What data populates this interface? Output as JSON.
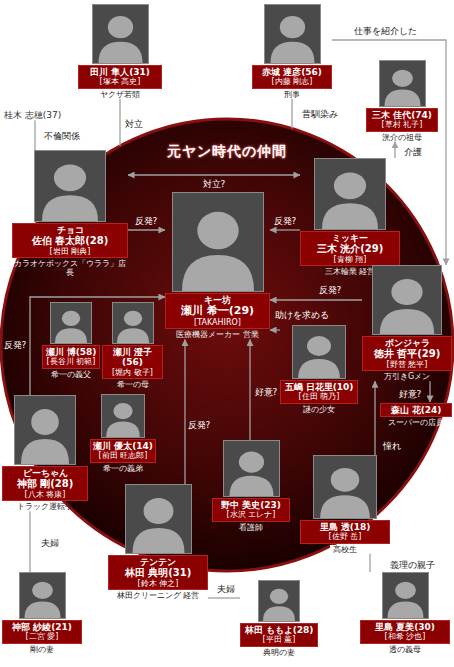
{
  "diagram": {
    "nodes": [
      {
        "text": [
          "田川 隼人(31)",
          "[塚本 高史]",
          "ヤクザ若頭"
        ]
      },
      {
        "text": [
          "赤城 達彦(56)",
          "[内藤 剛志]",
          "刑事"
        ]
      },
      {
        "text": [
          "三木 佳代(74)",
          "[草村 礼子]",
          "洸介の祖母"
        ]
      },
      {
        "text": [
          "桂木 志穂(37)"
        ]
      },
      {
        "text": [
          "元ヤン時代の仲間"
        ]
      },
      {
        "text": [
          "チョコ",
          "佐伯 春太郎(28)",
          "[岩田 剛典]",
          "カラオケボックス「ウララ」店長"
        ],
        "in": 4
      },
      {
        "text": [
          "ミッキー",
          "三木 洸介(29)",
          "[青柳 翔]",
          "三木輪業 経営"
        ],
        "in": 4
      },
      {
        "text": [
          "キー坊",
          "瀬川 希一(29)",
          "[TAKAHIRO]",
          "医療機器メーカー 営業"
        ],
        "in": 4
      },
      {
        "text": [
          "ボンジャラ",
          "徳井 哲平(29)",
          "[野替 愁平]",
          "万引きGメン"
        ]
      },
      {
        "text": [
          "瀬川 博(58)",
          "[長谷川 初範]",
          "希一の義父"
        ],
        "in": 4
      },
      {
        "text": [
          "瀬川 澄子(56)",
          "[堀内 敬子]",
          "希一の母"
        ],
        "in": 4
      },
      {
        "text": [
          "五嶋 日花里(10)",
          "[住田 萌乃]",
          "謎の少女"
        ],
        "in": 4
      },
      {
        "text": [
          "瀬川 優太(14)",
          "[前田 旺志郎]",
          "希一の義弟"
        ],
        "in": 4
      },
      {
        "text": [
          "ピーちゃん",
          "神部 剛(28)",
          "[八木 将康]",
          "トラック運転手"
        ]
      },
      {
        "text": [
          "森山 花(24)",
          "スーパーの店員"
        ]
      },
      {
        "text": [
          "野中 美史(23)",
          "[水沢 エレナ]",
          "看護師"
        ],
        "in": 4
      },
      {
        "text": [
          "テンテン",
          "林田 典明(31)",
          "[鈴木 伸之]",
          "林田クリーニング 経営"
        ]
      },
      {
        "text": [
          "里島 透(18)",
          "[佐野 岳]",
          "高校生"
        ]
      },
      {
        "text": [
          "神部 紗綾(21)",
          "[二宮 愛]",
          "剛の妻"
        ]
      },
      {
        "text": [
          "林田 ももよ(28)",
          "[平田 薫]",
          "典明の妻"
        ]
      },
      {
        "text": [
          "里島 夏美(30)",
          "[和希 沙也]",
          "透の義母"
        ]
      }
    ],
    "edges": [
      {
        "from": 0,
        "to": 4,
        "label": "対立",
        "arrow": "none"
      },
      {
        "from": 1,
        "to": 4,
        "label": "昔馴染み",
        "arrow": "none"
      },
      {
        "from": 1,
        "to": 8,
        "label": "仕事を紹介した",
        "arrow": "to"
      },
      {
        "from": 3,
        "to": 5,
        "label": "不倫関係",
        "arrow": "none"
      },
      {
        "from": 6,
        "to": 2,
        "label": "介護",
        "arrow": "to"
      },
      {
        "from": 5,
        "to": 6,
        "label": "対立?",
        "arrow": "both"
      },
      {
        "from": 5,
        "to": 7,
        "label": "反発?",
        "arrow": "to"
      },
      {
        "from": 6,
        "to": 7,
        "label": "反発?",
        "arrow": "to"
      },
      {
        "from": 13,
        "to": 7,
        "label": "反発?",
        "arrow": "to"
      },
      {
        "from": 8,
        "to": 7,
        "label": "反発?",
        "arrow": "to"
      },
      {
        "from": 11,
        "to": 7,
        "label": "助けを求める",
        "arrow": "to"
      },
      {
        "from": 16,
        "to": 7,
        "label": "反発?",
        "arrow": "to"
      },
      {
        "from": 15,
        "to": 7,
        "label": "好意?",
        "arrow": "to"
      },
      {
        "from": 17,
        "to": 8,
        "label": "憧れ",
        "arrow": "to"
      },
      {
        "from": 8,
        "to": 14,
        "label": "好意?",
        "arrow": "to"
      },
      {
        "from": 13,
        "to": 18,
        "label": "夫婦",
        "arrow": "none"
      },
      {
        "from": 16,
        "to": 19,
        "label": "夫婦",
        "arrow": "none"
      },
      {
        "from": 17,
        "to": 20,
        "label": "義理の親子",
        "arrow": "none"
      }
    ]
  }
}
